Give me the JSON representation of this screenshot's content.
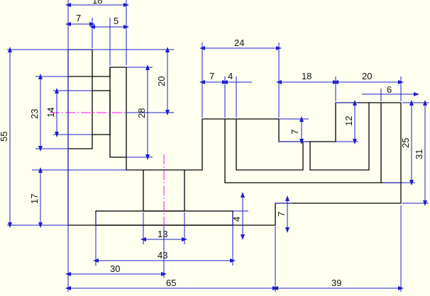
{
  "colors": {
    "background": "#fffff0",
    "outline": "#000000",
    "dimension": "#1c1ccf",
    "centerline": "#ff00ff"
  },
  "dimensions": {
    "top_18": "18",
    "top_7": "7",
    "top_5": "5",
    "left_20": "20",
    "left_23": "23",
    "left_14": "14",
    "left_28": "28",
    "left_55": "55",
    "left_17": "17",
    "mid_24": "24",
    "mid_7": "7",
    "mid_4": "4",
    "mid_18": "18",
    "mid_20": "20",
    "mid_6": "6",
    "slot_7": "7",
    "slot_12": "12",
    "right_25": "25",
    "right_31": "31",
    "base_13": "13",
    "base_43": "43",
    "base_30": "30",
    "base_65": "65",
    "base_39": "39",
    "step_4": "4",
    "step_7": "7"
  }
}
